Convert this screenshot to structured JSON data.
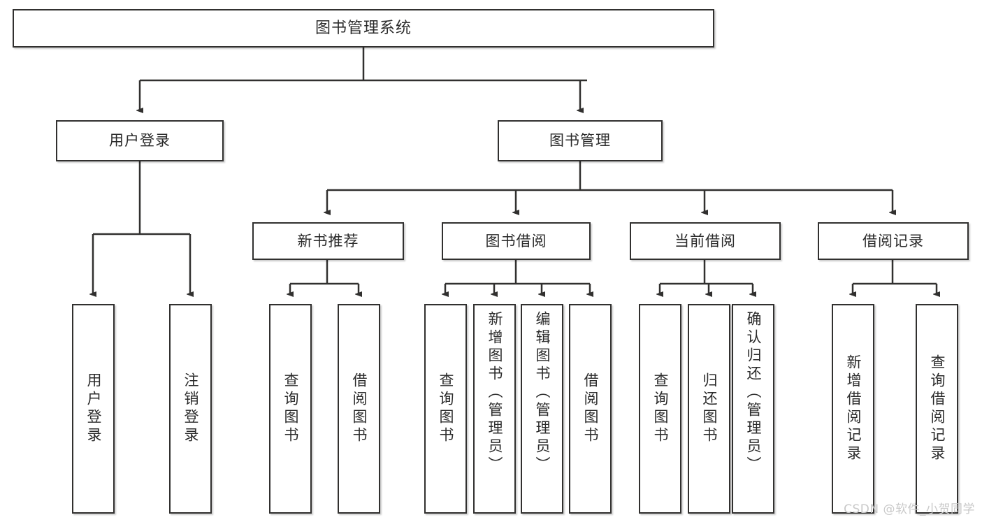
{
  "diagram": {
    "type": "tree-hierarchy-chart",
    "title": "图书管理系统",
    "colors": {
      "background": "#ffffff",
      "stroke": "#31302f",
      "text": "#2b2b2b",
      "watermark": "#c9c9c9"
    },
    "levels": {
      "root": {
        "label": "图书管理系统"
      },
      "level2": [
        {
          "label": "用户登录"
        },
        {
          "label": "图书管理"
        }
      ],
      "level3": [
        {
          "label": "新书推荐"
        },
        {
          "label": "图书借阅"
        },
        {
          "label": "当前借阅"
        },
        {
          "label": "借阅记录"
        }
      ],
      "leaves": {
        "user_login": [
          {
            "label": "用户登录"
          },
          {
            "label": "注销登录"
          }
        ],
        "new_book_recommend": [
          {
            "label": "查询图书"
          },
          {
            "label": "借阅图书"
          }
        ],
        "book_borrow": [
          {
            "label": "查询图书"
          },
          {
            "label": "新增图书（管理员）"
          },
          {
            "label": "编辑图书（管理员）"
          },
          {
            "label": "借阅图书"
          }
        ],
        "current_borrow": [
          {
            "label": "查询图书"
          },
          {
            "label": "归还图书"
          },
          {
            "label": "确认归还（管理员）"
          }
        ],
        "borrow_records": [
          {
            "label": "新增借阅记录"
          },
          {
            "label": "查询借阅记录"
          }
        ]
      }
    }
  },
  "watermark": {
    "text": "CSDN @软件_小贺同学"
  }
}
